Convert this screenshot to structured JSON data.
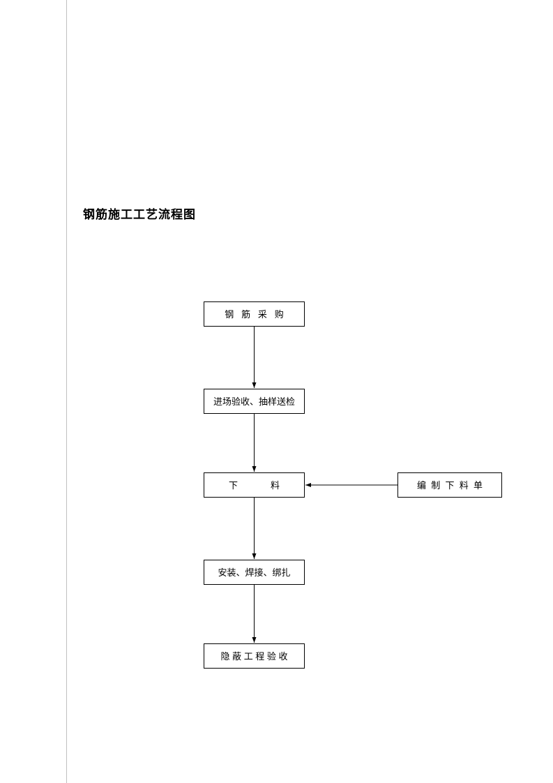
{
  "page": {
    "title": "钢筋施工工艺流程图"
  },
  "flowchart": {
    "nodes": [
      {
        "name": "procurement",
        "label": "钢   筋   采   购"
      },
      {
        "name": "incoming-inspection",
        "label": "进场验收、抽样送检"
      },
      {
        "name": "cutting",
        "label": "下             料"
      },
      {
        "name": "cutting-list",
        "label": "编  制  下  料  单"
      },
      {
        "name": "install-weld-tie",
        "label": "安装、焊接、绑扎"
      },
      {
        "name": "hidden-work-acceptance",
        "label": "隐 蔽 工 程 验 收"
      }
    ]
  }
}
